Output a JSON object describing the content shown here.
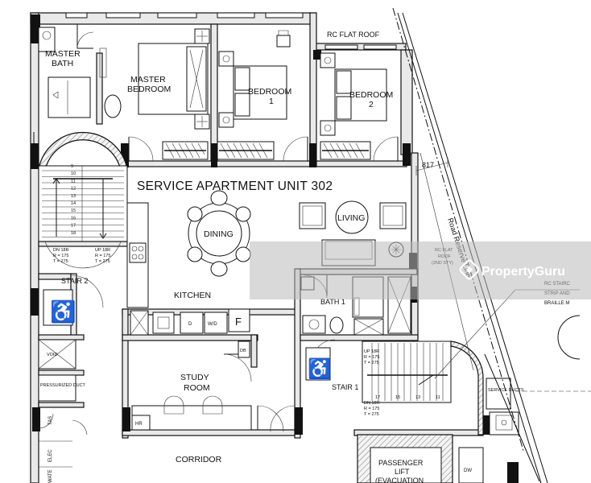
{
  "plan": {
    "title": "SERVICE APARTMENT UNIT 302",
    "rooms": {
      "master_bath": "MASTER BATH",
      "master_bedroom": "MASTER BEDROOM",
      "bedroom_1": "BEDROOM 1",
      "bedroom_2": "BEDROOM 2",
      "rc_flat_roof": "RC FLAT ROOF",
      "dining": "DINING",
      "living": "LIVING",
      "kitchen": "KITCHEN",
      "bath_1": "BATH 1",
      "study_room": "STUDY ROOM",
      "stair_2": "STAIR 2",
      "stair_1": "STAIR 1",
      "corridor": "CORRIDOR",
      "passenger_lift": "PASSENGER LIFT (EVACUATION",
      "rc_flat_roof_2nd": "RC FLAT ROOF (2ND STY)"
    },
    "tags": {
      "dimension": "817",
      "road_reserve": "Road Reserve Line",
      "dw": "D",
      "wd": "W/D",
      "fridge": "F",
      "db": "DB",
      "hr": "HR",
      "dw2": "DW",
      "tas": "TAS",
      "elec": "ELEC",
      "wate": "WATE",
      "void": "VOID",
      "pressurized_duct": "PRESSURIZED DUCT",
      "service_ducts": "SERVICE DUCTS",
      "rc_staircase_note": "RC STAIRC STRIP AND BRAILLE M"
    },
    "stair_2_notes": {
      "dn": "DN 18R",
      "dn_r": "R = 175",
      "dn_t": "T = 275",
      "up": "UP 18R",
      "up_r": "R = 175",
      "up_t": "T = 275",
      "steps": [
        "9",
        "10",
        "11",
        "12",
        "13",
        "14",
        "15",
        "16",
        "17",
        "18"
      ]
    },
    "stair_1_notes": {
      "up": "UP 18R",
      "up_r": "R = 175",
      "up_t": "T = 275",
      "dn": "DN 18R",
      "dn_r": "R = 175",
      "dn_t": "T = 275",
      "steps": [
        "17",
        "15",
        "13",
        "11"
      ]
    }
  },
  "watermark": {
    "brand": "PropertyGuru"
  }
}
